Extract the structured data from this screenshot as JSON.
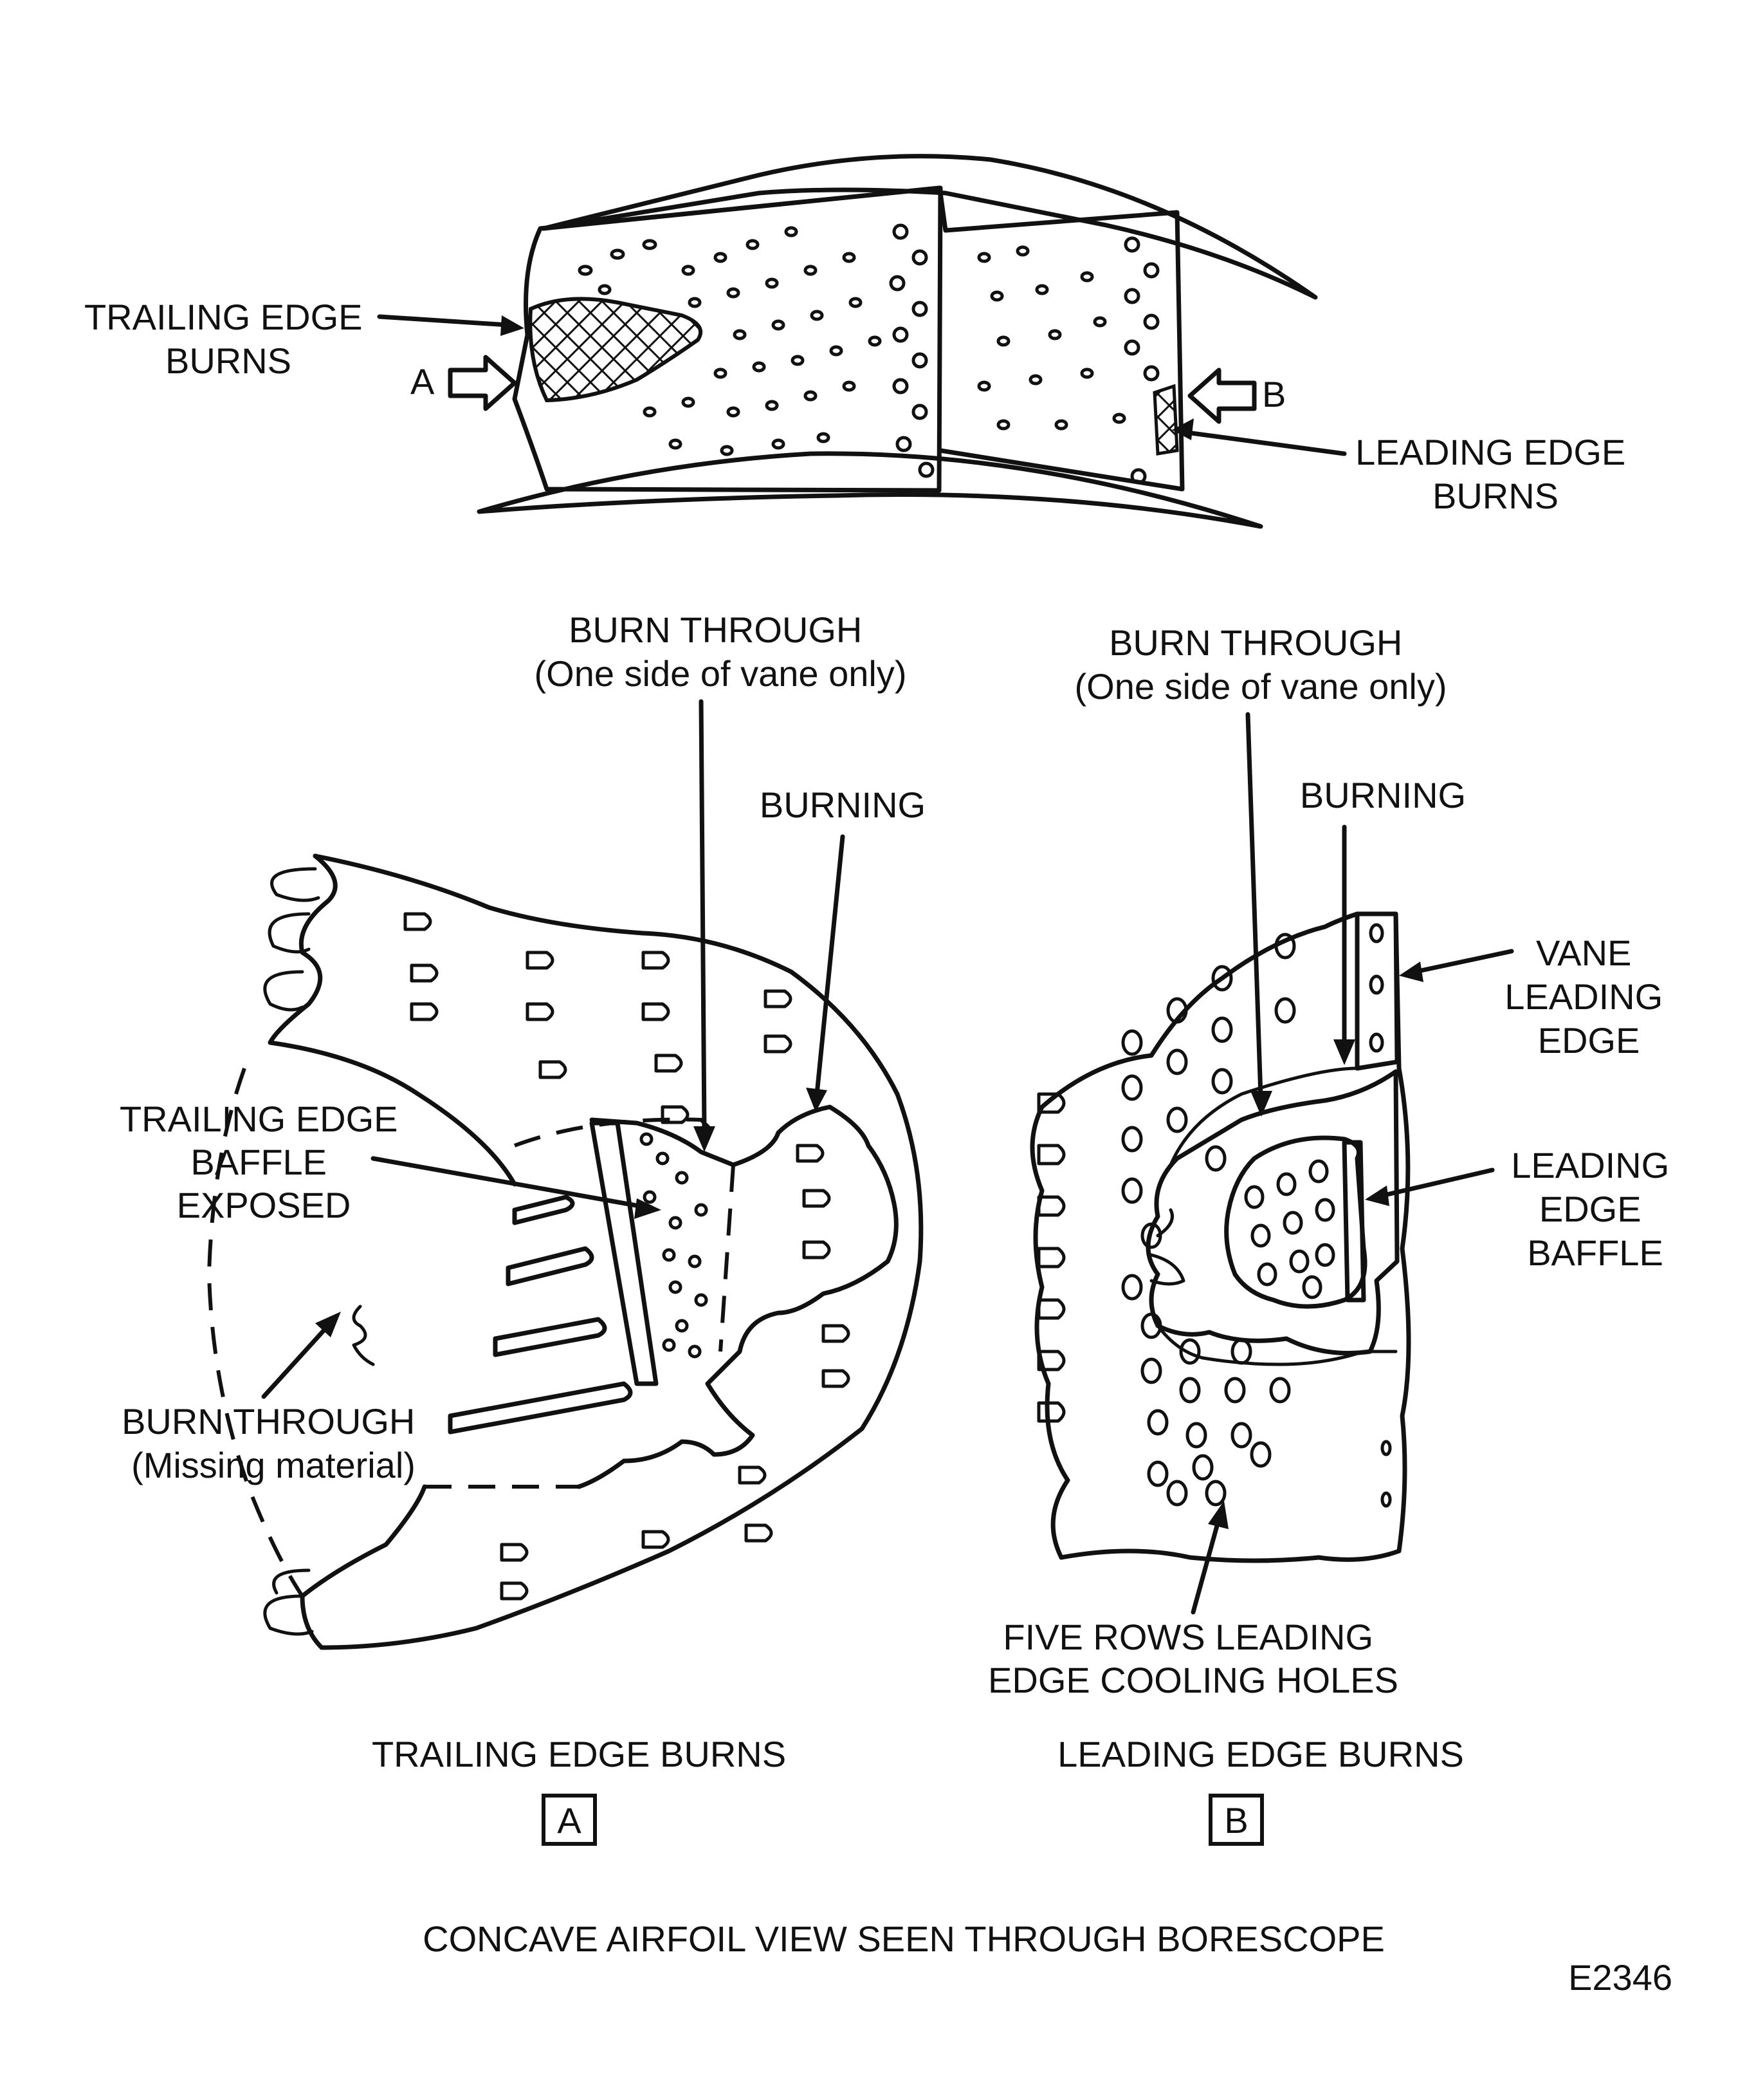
{
  "labels": {
    "trailing_edge_burns_top": [
      "TRAILING EDGE",
      "BURNS"
    ],
    "arrow_a": "A",
    "arrow_b": "B",
    "leading_edge_burns_top": [
      "LEADING EDGE",
      "BURNS"
    ],
    "burn_through_a": [
      "BURN THROUGH",
      "(One side of vane only)"
    ],
    "burn_through_b": [
      "BURN THROUGH",
      "(One side of vane only)"
    ],
    "burning_a": "BURNING",
    "burning_b": "BURNING",
    "trailing_edge_baffle_exposed": [
      "TRAILING EDGE",
      "BAFFLE",
      "EXPOSED"
    ],
    "burn_through_missing": [
      "BURN THROUGH",
      "(Missing material)"
    ],
    "vane_leading_edge": [
      "VANE",
      "LEADING",
      "EDGE"
    ],
    "leading_edge_baffle": [
      "LEADING",
      "EDGE",
      "BAFFLE"
    ],
    "five_rows": [
      "FIVE ROWS LEADING",
      "EDGE COOLING HOLES"
    ]
  },
  "captions": {
    "view_a": "TRAILING EDGE BURNS",
    "box_a": "A",
    "view_b": "LEADING EDGE BURNS",
    "box_b": "B",
    "figure": "CONCAVE AIRFOIL VIEW SEEN THROUGH BORESCOPE",
    "figure_id": "E2346"
  }
}
